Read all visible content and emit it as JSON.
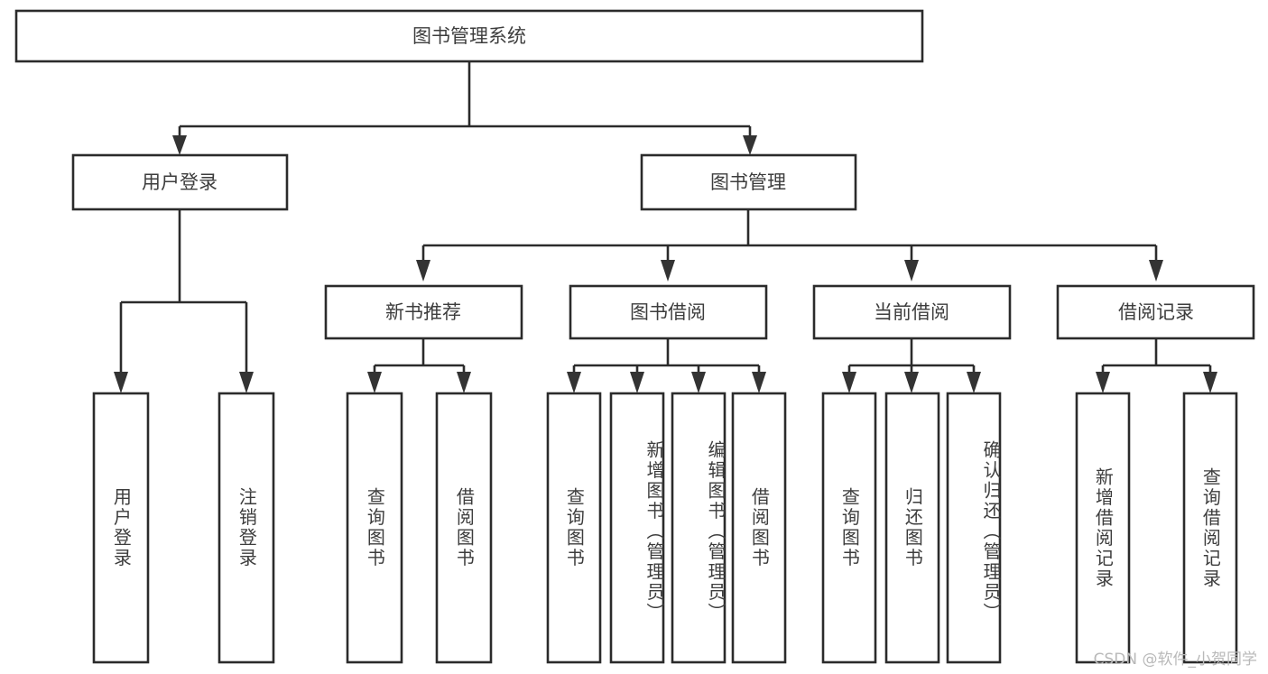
{
  "diagram": {
    "title": "图书管理系统",
    "type": "tree-hierarchy",
    "root": {
      "label": "图书管理系统"
    },
    "level2": [
      {
        "label": "用户登录"
      },
      {
        "label": "图书管理"
      }
    ],
    "level3": [
      {
        "label": "新书推荐"
      },
      {
        "label": "图书借阅"
      },
      {
        "label": "当前借阅"
      },
      {
        "label": "借阅记录"
      }
    ],
    "leaves": {
      "user_login": [
        "用户登录",
        "注销登录"
      ],
      "new_book_recommend": [
        "查询图书",
        "借阅图书"
      ],
      "book_borrow": [
        "查询图书",
        "新增图书（管理员）",
        "编辑图书（管理员）",
        "借阅图书"
      ],
      "current_borrow": [
        "查询图书",
        "归还图书",
        "确认归还（管理员）"
      ],
      "borrow_record": [
        "新增借阅记录",
        "查询借阅记录"
      ]
    }
  },
  "watermark": {
    "text": "CSDN @软件_小贺同学"
  },
  "colors": {
    "stroke": "#2b2b2b",
    "text": "#3d3d3d",
    "fill": "#ffffff",
    "watermark": "#b9b9b9"
  }
}
